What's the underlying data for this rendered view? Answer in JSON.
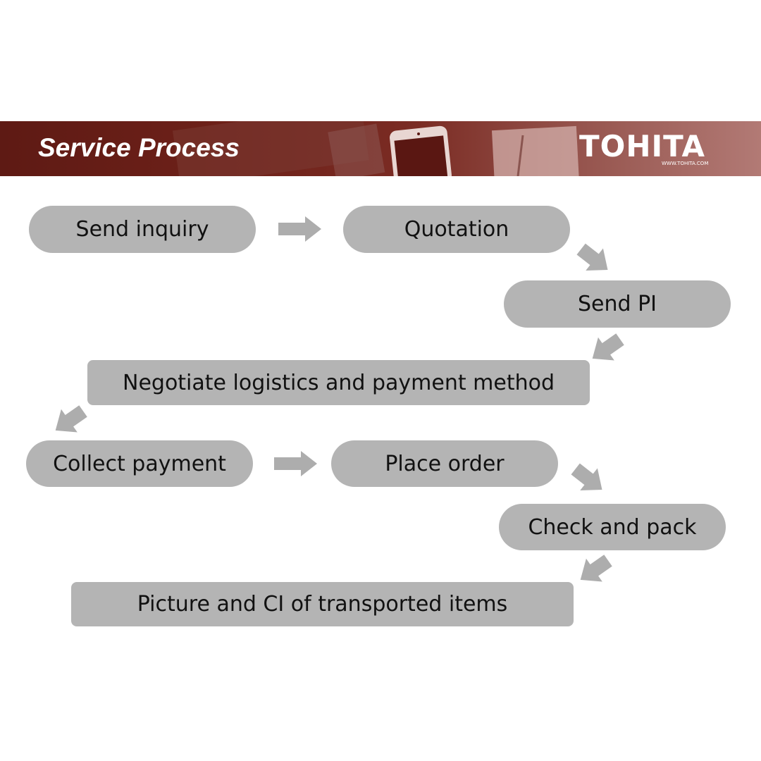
{
  "header": {
    "title": "Service Process",
    "logo_text": "TOHITA",
    "logo_url": "WWW.TOHITA.COM"
  },
  "colors": {
    "banner": "#6e2119",
    "step_fill": "#b4b4b4",
    "arrow_fill": "#adadad",
    "text": "#111111"
  },
  "steps": [
    {
      "label": "Send inquiry"
    },
    {
      "label": "Quotation"
    },
    {
      "label": "Send PI"
    },
    {
      "label": "Negotiate logistics and payment method"
    },
    {
      "label": "Collect payment"
    },
    {
      "label": "Place order"
    },
    {
      "label": "Check and pack"
    },
    {
      "label": "Picture and CI of transported items"
    }
  ]
}
